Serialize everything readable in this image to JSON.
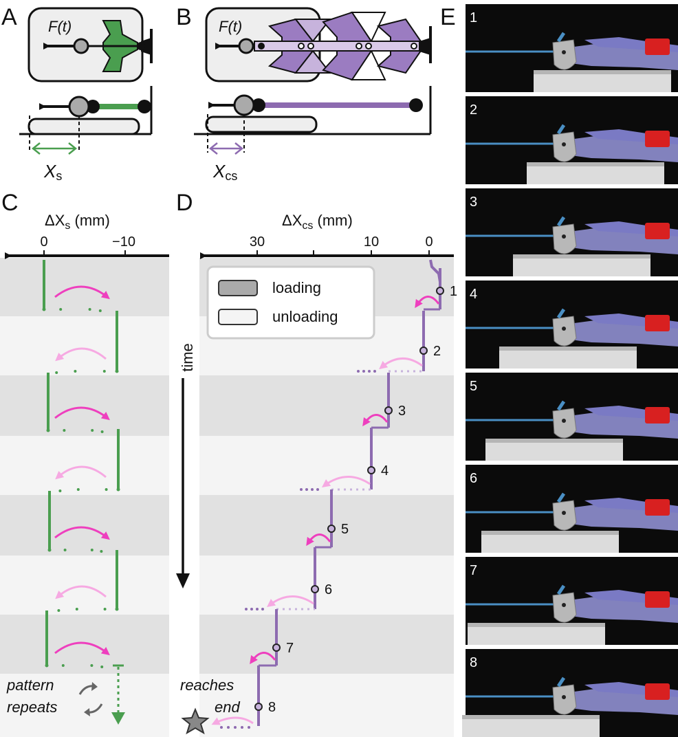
{
  "panels": {
    "A": {
      "letter": "A",
      "force_label": "F(t)",
      "x_label": "X",
      "x_sub": "s"
    },
    "B": {
      "letter": "B",
      "force_label": "F(t)",
      "x_label": "X",
      "x_sub": "cs"
    },
    "C": {
      "letter": "C",
      "axis_title_main": "ΔX",
      "axis_title_sub": "s",
      "axis_title_unit": " (mm)",
      "ticks": [
        "0",
        "−10"
      ],
      "annotation_line1": "pattern",
      "annotation_line2": "repeats"
    },
    "D": {
      "letter": "D",
      "axis_title_main": "ΔX",
      "axis_title_sub": "cs",
      "axis_title_unit": " (mm)",
      "ticks": [
        "30",
        "10",
        "0"
      ],
      "legend": {
        "loading": "loading",
        "unloading": "unloading"
      },
      "time_label": "time",
      "step_labels": [
        "1",
        "2",
        "3",
        "4",
        "5",
        "6",
        "7",
        "8"
      ],
      "annotation_line1": "reaches",
      "annotation_line2": "end"
    },
    "E": {
      "letter": "E",
      "frame_labels": [
        "1",
        "2",
        "3",
        "4",
        "5",
        "6",
        "7",
        "8"
      ]
    }
  },
  "colors": {
    "green": "#4a9e4f",
    "purple": "#8d6bb0",
    "light_purple": "#c7b3dc",
    "magenta": "#ee3fbe",
    "light_magenta": "#f6a9e2",
    "band_dark": "#e1e1e1",
    "band_light": "#f4f4f4",
    "photo_bg": "#0b0b0b",
    "tendon_blue": "#4a8fc4",
    "block_red": "#d82020",
    "base_white": "#dcdcdc"
  }
}
